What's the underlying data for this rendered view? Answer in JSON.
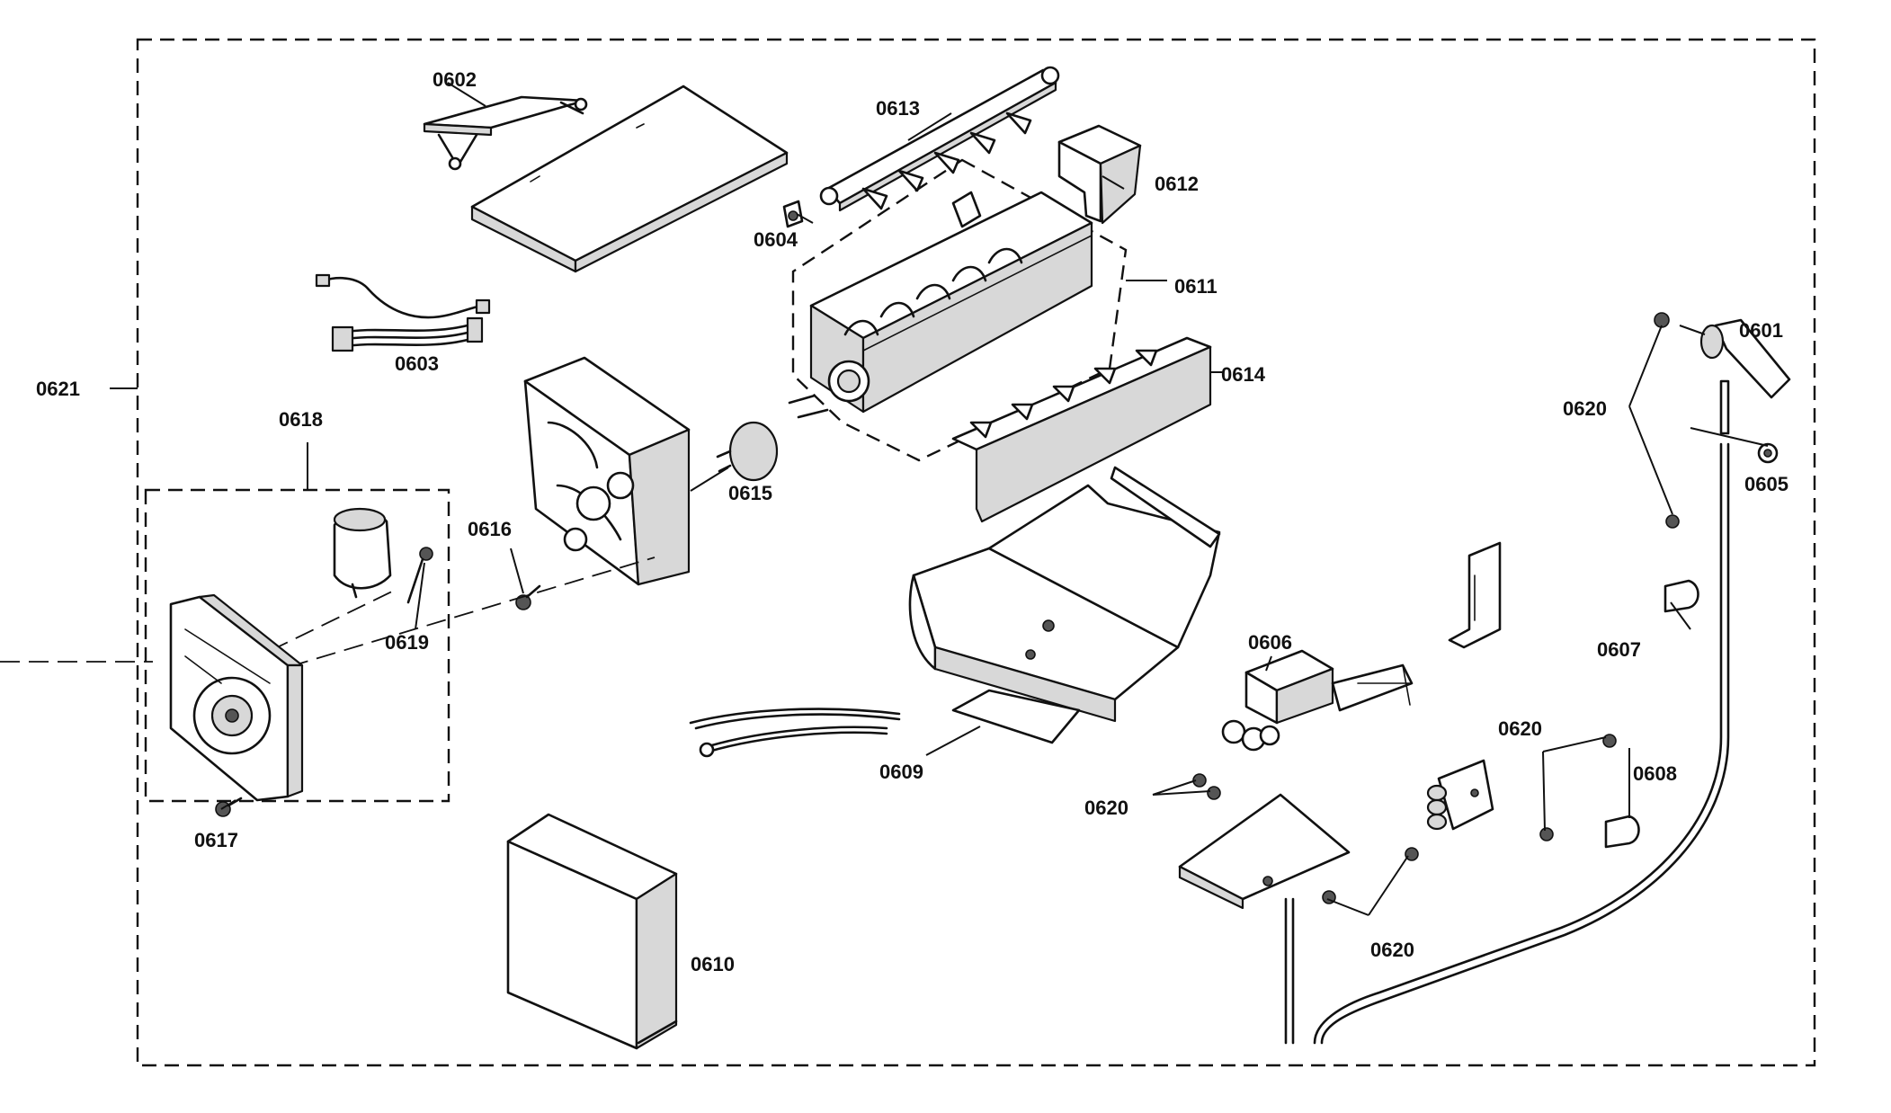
{
  "diagram": {
    "labels": {
      "p0601": "0601",
      "p0602": "0602",
      "p0603": "0603",
      "p0604": "0604",
      "p0605": "0605",
      "p0606": "0606",
      "p0607": "0607",
      "p0608": "0608",
      "p0609": "0609",
      "p0610": "0610",
      "p0611": "0611",
      "p0612": "0612",
      "p0613": "0613",
      "p0614": "0614",
      "p0615": "0615",
      "p0616": "0616",
      "p0617": "0617",
      "p0618": "0618",
      "p0619": "0619",
      "p0620": "0620",
      "p0621": "0621"
    }
  }
}
